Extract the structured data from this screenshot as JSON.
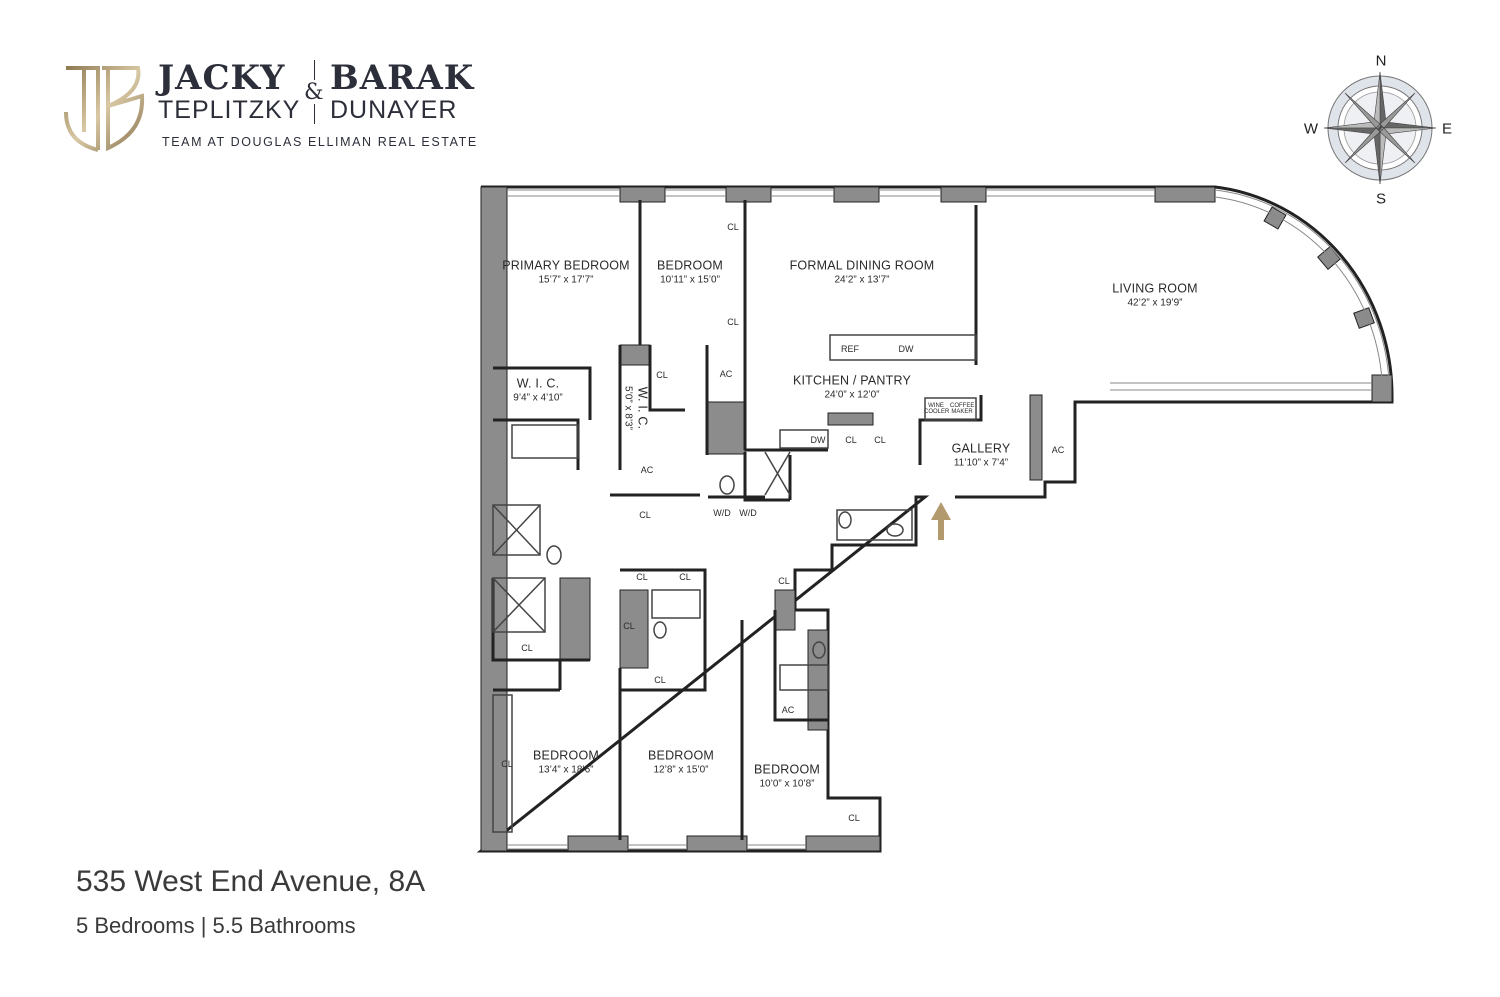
{
  "logo": {
    "monogram": "JB",
    "name_left_top": "JACKY",
    "name_left_bottom": "TEPLITZKY",
    "ampersand": "&",
    "name_right_top": "BARAK",
    "name_right_bottom": "DUNAYER",
    "tagline": "TEAM AT DOUGLAS ELLIMAN REAL ESTATE",
    "gold": "#b39a6e"
  },
  "compass": {
    "n": "N",
    "s": "S",
    "e": "E",
    "w": "W"
  },
  "rooms": [
    {
      "name": "PRIMARY BEDROOM",
      "dim": "15’7” x 17’7”"
    },
    {
      "name": "BEDROOM",
      "dim": "10’11” x 15’0”"
    },
    {
      "name": "FORMAL DINING ROOM",
      "dim": "24’2” x 13’7”"
    },
    {
      "name": "LIVING ROOM",
      "dim": "42’2” x 19’9”"
    },
    {
      "name": "KITCHEN / PANTRY",
      "dim": "24’0” x 12’0”"
    },
    {
      "name": "GALLERY",
      "dim": "11’10” x 7’4”"
    },
    {
      "name": "W. I. C.",
      "dim": "9’4” x 4’10”"
    },
    {
      "name": "W. I. C.",
      "dim": "5’0” x 8’3”"
    },
    {
      "name": "BEDROOM",
      "dim": "13’4” x 18’6”"
    },
    {
      "name": "BEDROOM",
      "dim": "12’8” x 15’0”"
    },
    {
      "name": "BEDROOM",
      "dim": "10’0” x 10’8”"
    }
  ],
  "fixtures": {
    "closet": "CL",
    "ac": "AC",
    "washer_dryer": "W/D",
    "ref": "REF",
    "dishwasher": "DW",
    "wine_cooler": "WINE COOLER",
    "coffee_maker": "COFFEE MAKER"
  },
  "wall_color": "#8c8c8c",
  "entry_arrow_color": "#b39a6e",
  "footer": {
    "address": "535 West End Avenue, 8A",
    "summary": "5 Bedrooms | 5.5 Bathrooms"
  }
}
